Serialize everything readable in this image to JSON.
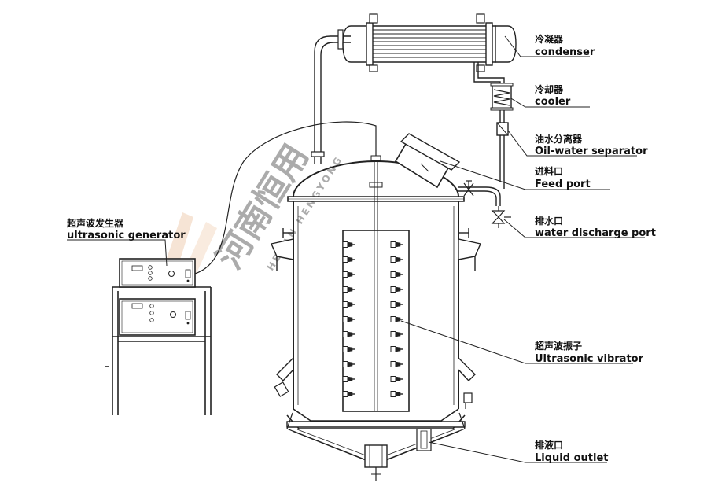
{
  "watermark": {
    "text_cn": "河南恒用",
    "text_en": "HENAN HENGYONG"
  },
  "labels": {
    "condenser": {
      "cn": "冷凝器",
      "en": "condenser"
    },
    "cooler": {
      "cn": "冷却器",
      "en": "cooler"
    },
    "separator": {
      "cn": "油水分离器",
      "en": "Oil-water separator"
    },
    "feed_port": {
      "cn": "进料口",
      "en": "Feed port"
    },
    "water_discharge": {
      "cn": "排水口",
      "en": "water discharge port"
    },
    "generator": {
      "cn": "超声波发生器",
      "en": "ultrasonic generator"
    },
    "vibrator": {
      "cn": "超声波振子",
      "en": "Ultrasonic vibrator"
    },
    "liquid_outlet": {
      "cn": "排液口",
      "en": "Liquid outlet"
    }
  }
}
